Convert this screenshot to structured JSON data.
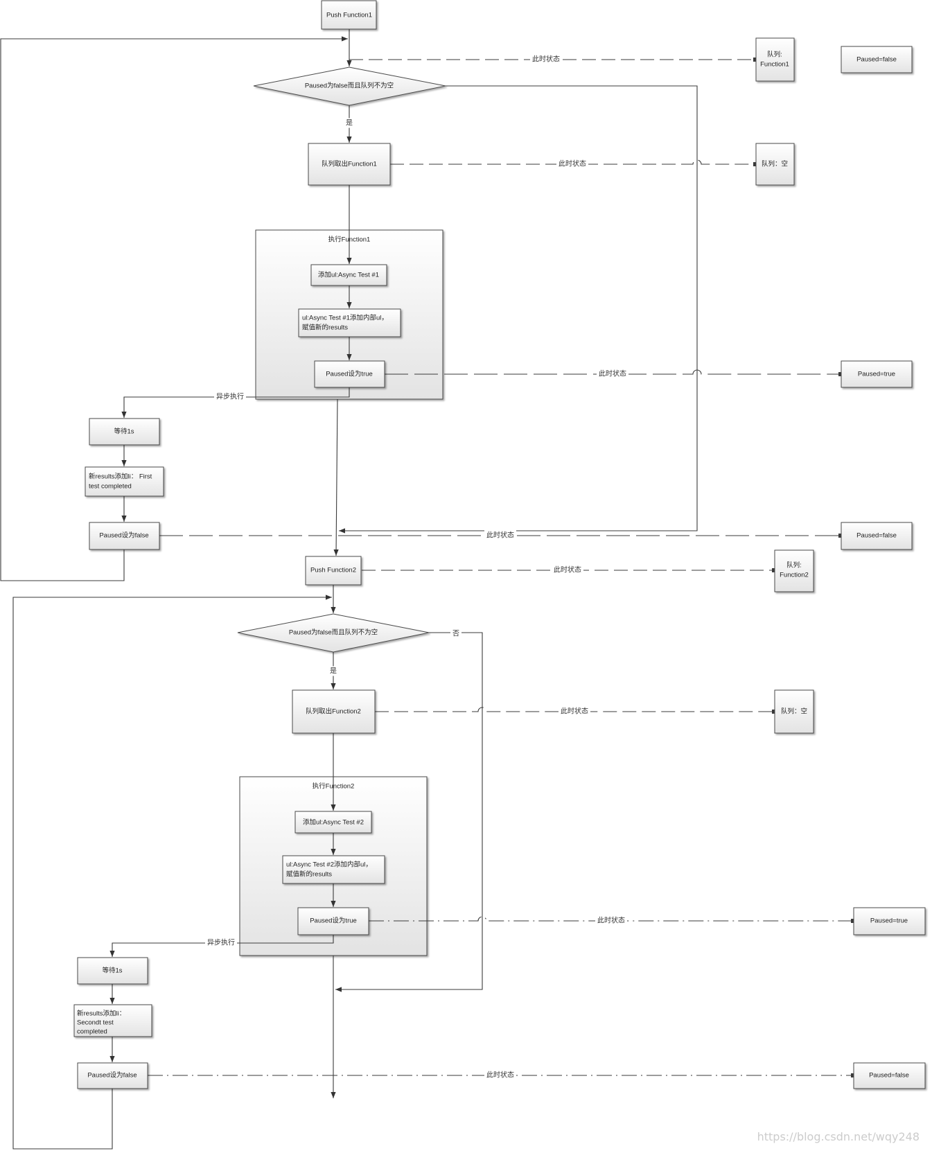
{
  "flow1": {
    "push": "Push Function1",
    "condition": "Paused为false而且队列不为空",
    "yes": "是",
    "dequeue": "队列取出Function1",
    "exec_group": "执行Function1",
    "add_ul": "添加ul:Async Test #1",
    "add_inner": [
      "ul:Async Test #1添加内部ul，",
      "赋值新的results"
    ],
    "set_true": "Paused设为true",
    "async": "异步执行",
    "wait": "等待1s",
    "add_li": [
      "新results添加li：  First",
      "test completed"
    ],
    "set_false": "Paused设为false",
    "state_label": "此时状态",
    "states": {
      "queue_after_push": [
        "队列:",
        "Function1"
      ],
      "paused_start": "Paused=false",
      "queue_after_dequeue": "队列：空",
      "paused_after_set_true": "Paused=true",
      "paused_after_set_false": "Paused=false"
    }
  },
  "flow2": {
    "push": "Push Function2",
    "condition": "Paused为false而且队列不为空",
    "no": "否",
    "yes": "是",
    "dequeue": "队列取出Function2",
    "exec_group": "执行Function2",
    "add_ul": "添加ul:Async Test #2",
    "add_inner": [
      "ul:Async Test #2添加内部ul，",
      "赋值新的results"
    ],
    "set_true": "Paused设为true",
    "async": "异步执行",
    "wait": "等待1s",
    "add_li": [
      "新results添加li：",
      "Secondt test",
      "completed"
    ],
    "set_false": "Paused设为false",
    "state_label": "此时状态",
    "states": {
      "queue_after_push": [
        "队列:",
        "Function2"
      ],
      "queue_after_dequeue": "队列：空",
      "paused_after_set_true": "Paused=true",
      "paused_after_set_false": "Paused=false"
    }
  },
  "watermark": "https://blog.csdn.net/wqy248",
  "colors": {
    "line": "#3a3a3a",
    "box_border": "#4a4a4a",
    "box_fill_top": "#ffffff",
    "box_fill_bottom": "#e3e3e3",
    "watermark": "#cccccc"
  }
}
